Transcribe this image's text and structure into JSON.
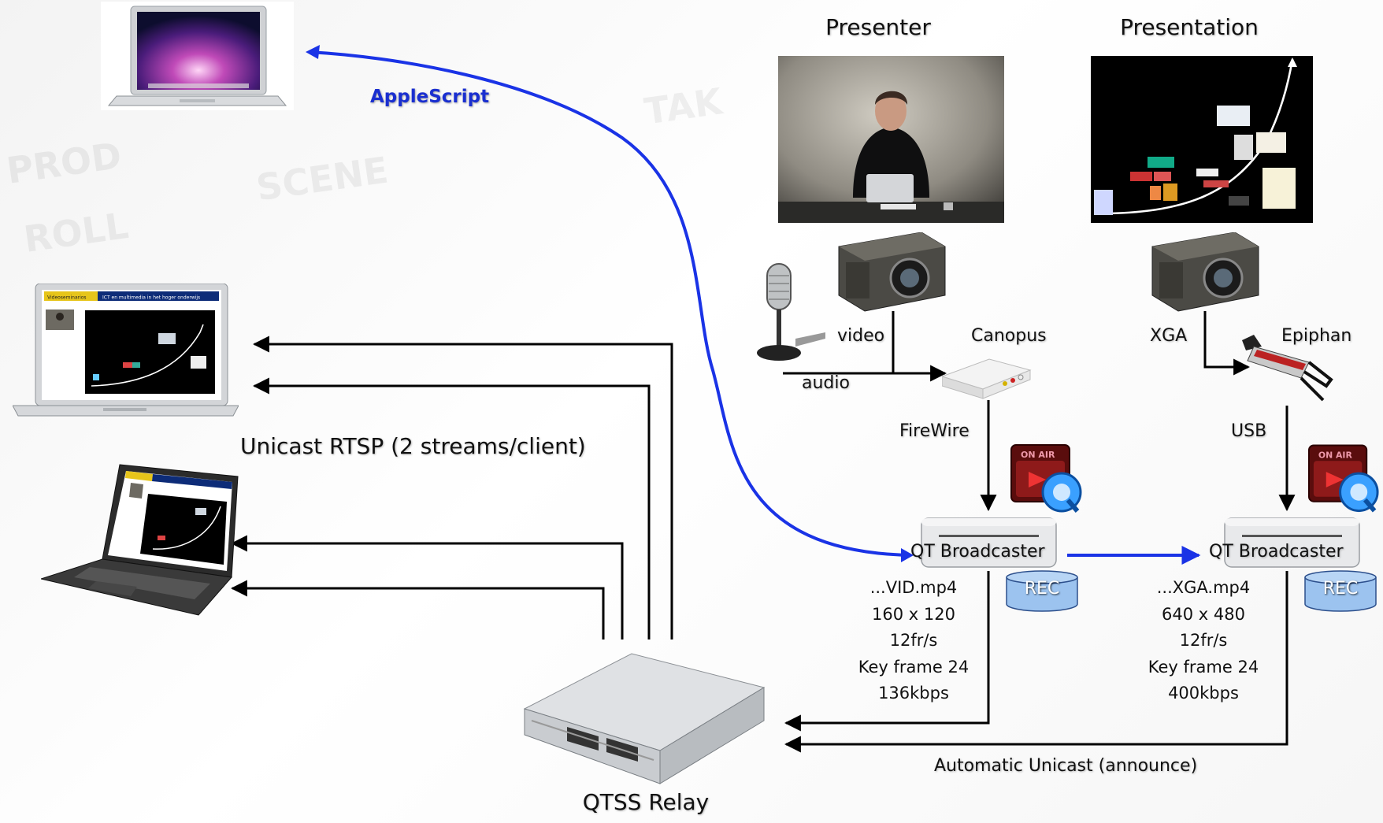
{
  "background": {
    "words": [
      "PROD",
      "ROLL",
      "SCENE",
      "TAK"
    ]
  },
  "headings": {
    "presenter": "Presenter",
    "presentation": "Presentation"
  },
  "links": {
    "applescript": "AppleScript"
  },
  "inputs": {
    "video": "video",
    "audio": "audio",
    "canopus": "Canopus",
    "xga": "XGA",
    "epiphan": "Epiphan",
    "firewire": "FireWire",
    "usb": "USB"
  },
  "broadcasters": [
    {
      "label": "QT Broadcaster",
      "rec": "REC",
      "stats": [
        "...VID.mp4",
        "160 x 120",
        "12fr/s",
        "Key frame 24",
        "136kbps"
      ]
    },
    {
      "label": "QT Broadcaster",
      "rec": "REC",
      "stats": [
        "...XGA.mp4",
        "640 x 480",
        "12fr/s",
        "Key frame 24",
        "400kbps"
      ]
    }
  ],
  "onair_badge": "ON AIR",
  "unicast_label": "Unicast RTSP (2 streams/client)",
  "automatic_label": "Automatic Unicast (announce)",
  "relay_label": "QTSS Relay",
  "client_screen": {
    "tab1": "Videoseminarios",
    "tab2": "ICT en multimedia in het hoger onderwijs"
  },
  "colors": {
    "wire": "#000000",
    "control": "#1a33e6",
    "rec_fill": "#9cc3ef"
  }
}
